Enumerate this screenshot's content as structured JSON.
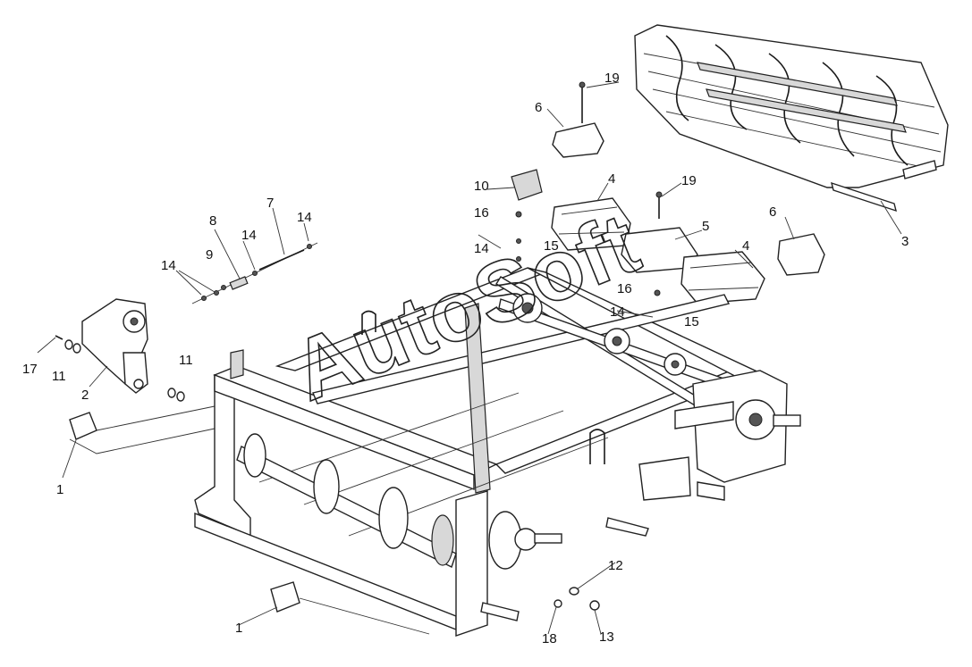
{
  "watermark": "AutoSoft",
  "callouts": {
    "c1a": "1",
    "c1b": "1",
    "c2": "2",
    "c3": "3",
    "c4a": "4",
    "c4b": "4",
    "c5": "5",
    "c6a": "6",
    "c6b": "6",
    "c7": "7",
    "c8": "8",
    "c9": "9",
    "c10": "10",
    "c11a": "11",
    "c11b": "11",
    "c12": "12",
    "c13": "13",
    "c14a": "14",
    "c14b": "14",
    "c14c": "14",
    "c14d": "14",
    "c14e": "14",
    "c15a": "15",
    "c15b": "15",
    "c16a": "16",
    "c16b": "16",
    "c17": "17",
    "c18": "18",
    "c19a": "19",
    "c19b": "19"
  }
}
